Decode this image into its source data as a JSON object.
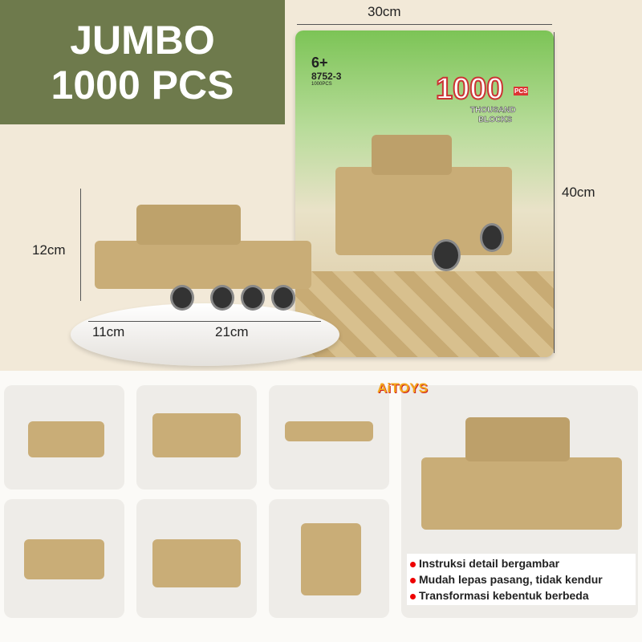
{
  "banner": {
    "line1": "JUMBO",
    "line2": "1000 PCS"
  },
  "dimensions": {
    "width_box": "30cm",
    "height_box": "40cm",
    "height_model": "12cm",
    "depth_model": "11cm",
    "length_model": "21cm"
  },
  "package": {
    "age": "6+",
    "model_no": "8752-3",
    "pcs_small": "1000PCS",
    "big_count": "1000",
    "pcs_badge": "PCS",
    "subtitle1": "THOUSAND",
    "subtitle2": "BLOCKS"
  },
  "brand": "AiTOYS",
  "features": [
    "Instruksi detail bergambar",
    "Mudah lepas pasang, tidak kendur",
    "Transformasi kebentuk berbeda"
  ],
  "colors": {
    "banner": "#6e7a4c",
    "bullet": "#e00000",
    "model": "#c9ad77"
  }
}
